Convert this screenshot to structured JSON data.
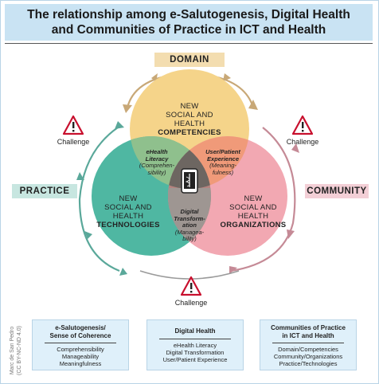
{
  "title": {
    "line1": "The relationship among e-Salutogenesis, Digital Health",
    "line2": "and Communities of Practice in ICT and Health"
  },
  "tags": {
    "domain": "DOMAIN",
    "practice": "PRACTICE",
    "community": "COMMUNITY"
  },
  "circles": {
    "competencies": {
      "line1": "NEW",
      "line2": "SOCIAL AND",
      "line3": "HEALTH",
      "bold": "COMPETENCIES",
      "color": "#f5d48a"
    },
    "technologies": {
      "line1": "NEW",
      "line2": "SOCIAL AND",
      "line3": "HEALTH",
      "bold": "TECHNOLOGIES",
      "color": "#4fb7a2"
    },
    "organizations": {
      "line1": "NEW",
      "line2": "SOCIAL AND",
      "line3": "HEALTH",
      "bold": "ORGANIZATIONS",
      "color": "#f2a8b2"
    }
  },
  "overlaps": {
    "ehealth": {
      "title": "eHealth",
      "l2": "Literacy",
      "l3": "(Comprehen-",
      "l4": "sibility)"
    },
    "experience": {
      "title": "User/Patient",
      "l2": "Experience",
      "l3": "(Meaning-",
      "l4": "fulness)"
    },
    "digital": {
      "l1": "Digital",
      "l2": "Transform-",
      "l3": "ation",
      "l4": "(Managea-",
      "l5": "bility)"
    }
  },
  "challenges": {
    "left": "Challenge",
    "right": "Challenge",
    "bottom": "Challenge"
  },
  "colors": {
    "teal_arrow": "#5aa89a",
    "tan_arrow": "#c8a877",
    "pink_arrow": "#c58a96",
    "warning_red": "#c8102e"
  },
  "credit": {
    "line1": "Marc de San Pedro",
    "line2": "(CC BY-NC-ND 4.0)"
  },
  "legend": [
    {
      "title1": "e-Salutogenesis/",
      "title2": "Sense of Coherence",
      "items": [
        "Comprehensibility",
        "Manageability",
        "Meaningfulness"
      ]
    },
    {
      "title1": "Digital Health",
      "title2": "",
      "items": [
        "eHealth Literacy",
        "Digital Transformation",
        "User/Patient Experience"
      ]
    },
    {
      "title1": "Communities of Practice",
      "title2": "in ICT and Health",
      "items": [
        "Domain/Competencies",
        "Community/Organizations",
        "Practice/Technologies"
      ]
    }
  ]
}
